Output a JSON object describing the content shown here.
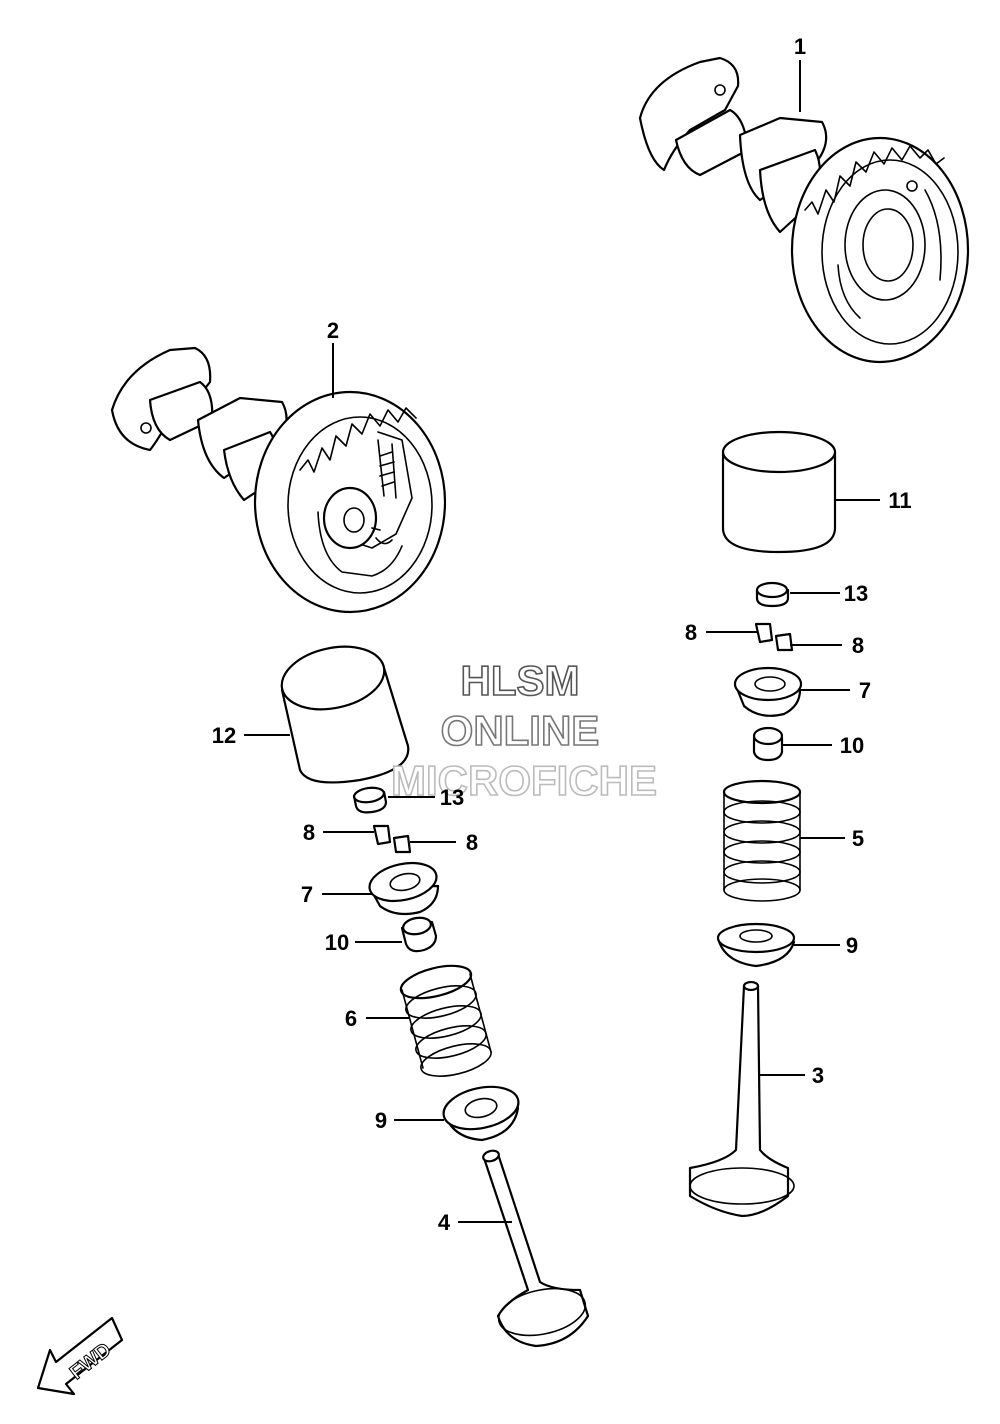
{
  "callouts": {
    "c1": "1",
    "c2": "2",
    "c3": "3",
    "c4": "4",
    "c5": "5",
    "c6": "6",
    "c7a": "7",
    "c7b": "7",
    "c8a": "8",
    "c8b": "8",
    "c8c": "8",
    "c8d": "8",
    "c9a": "9",
    "c9b": "9",
    "c10a": "10",
    "c10b": "10",
    "c11": "11",
    "c12": "12",
    "c13a": "13",
    "c13b": "13"
  },
  "watermark": {
    "line1": "HLSM",
    "line2": "ONLINE",
    "line3": "MICROFICHE"
  },
  "fwd_label": "FWD",
  "colors": {
    "line": "#000000",
    "background": "#ffffff",
    "watermark_dark": "#555555",
    "watermark_light": "#bbbbbb"
  }
}
